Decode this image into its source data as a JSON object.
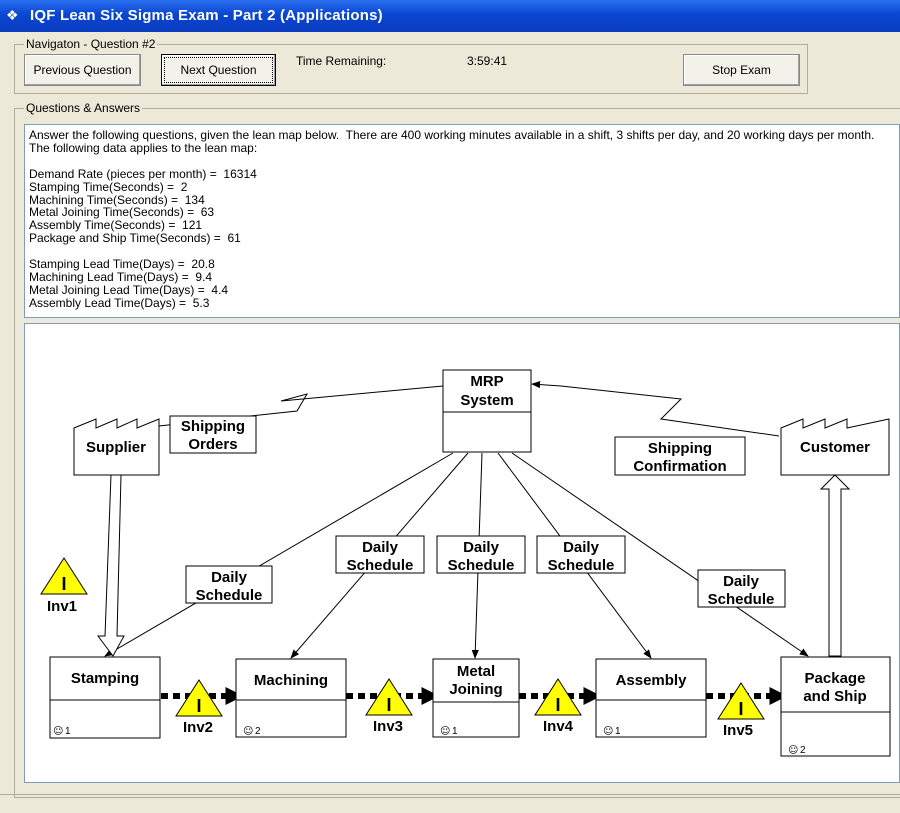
{
  "window": {
    "title": "IQF Lean Six Sigma Exam - Part 2 (Applications)",
    "icon": "app-diamond-icon"
  },
  "navigation": {
    "group_label": "Navigaton - Question #2",
    "prev_label": "Previous Question",
    "next_label": "Next Question",
    "time_label": "Time Remaining:",
    "time_value": "3:59:41",
    "stop_label": "Stop Exam"
  },
  "qa": {
    "group_label": "Questions & Answers",
    "question_text": "Answer the following questions, given the lean map below.  There are 400 working minutes available in a shift, 3 shifts per day, and 20 working days per month.  The following data applies to the lean map:\n\nDemand Rate (pieces per month) =  16314\nStamping Time(Seconds) =  2\nMachining Time(Seconds) =  134\nMetal Joining Time(Seconds) =  63\nAssembly Time(Seconds) =  121\nPackage and Ship Time(Seconds) =  61\n\nStamping Lead Time(Days) =  20.8\nMachining Lead Time(Days) =  9.4\nMetal Joining Lead Time(Days) =  4.4\nAssembly Lead Time(Days) =  5.3"
  },
  "map": {
    "mrp": {
      "line1": "MRP",
      "line2": "System"
    },
    "supplier": "Supplier",
    "customer": "Customer",
    "shipping_orders": {
      "line1": "Shipping",
      "line2": "Orders"
    },
    "shipping_confirmation": {
      "line1": "Shipping",
      "line2": "Confirmation"
    },
    "schedule": {
      "line1": "Daily",
      "line2": "Schedule"
    },
    "processes": [
      {
        "line1": "Stamping",
        "line2": "",
        "operators": "1"
      },
      {
        "line1": "Machining",
        "line2": "",
        "operators": "2"
      },
      {
        "line1": "Metal",
        "line2": "Joining",
        "operators": "1"
      },
      {
        "line1": "Assembly",
        "line2": "",
        "operators": "1"
      },
      {
        "line1": "Package",
        "line2": "and Ship",
        "operators": "2"
      }
    ],
    "inventories": [
      "Inv1",
      "Inv2",
      "Inv3",
      "Inv4",
      "Inv5"
    ],
    "inventory_glyph": "I",
    "operator_glyph": "☺"
  }
}
